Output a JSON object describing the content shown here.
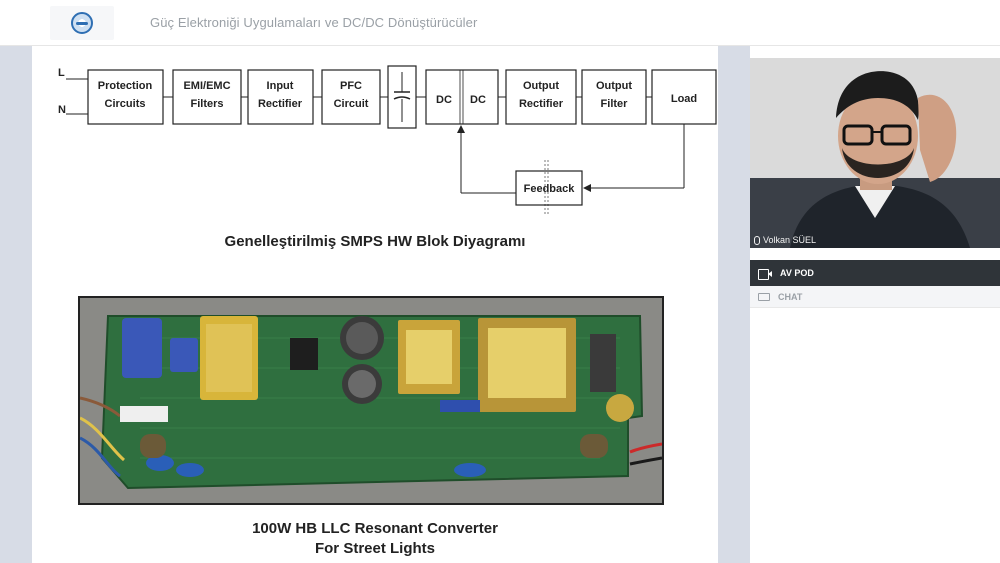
{
  "header": {
    "app_title": "Güç Elektroniği Uygulamaları ve DC/DC Dönüştürücüler"
  },
  "slide": {
    "diagram": {
      "line_l": "L",
      "line_n": "N",
      "blocks": {
        "protection": [
          "Protection",
          "Circuits"
        ],
        "emi": [
          "EMI/EMC",
          "Filters"
        ],
        "rectifier": [
          "Input",
          "Rectifier"
        ],
        "pfc": [
          "PFC",
          "Circuit"
        ],
        "dc1": "DC",
        "dc2": "DC",
        "out_rect": [
          "Output",
          "Rectifier"
        ],
        "out_filter": [
          "Output",
          "Filter"
        ],
        "load": "Load",
        "feedback": "Feedback"
      }
    },
    "caption_diagram": "Genelleştirilmiş SMPS HW Blok Diyagramı",
    "caption_photo_line1": "100W HB LLC Resonant Converter",
    "caption_photo_line2": "For Street Lights"
  },
  "sidebar": {
    "presenter_name": "Volkan SÜEL",
    "av_pod_label": "AV POD",
    "chat_label": "CHAT"
  }
}
